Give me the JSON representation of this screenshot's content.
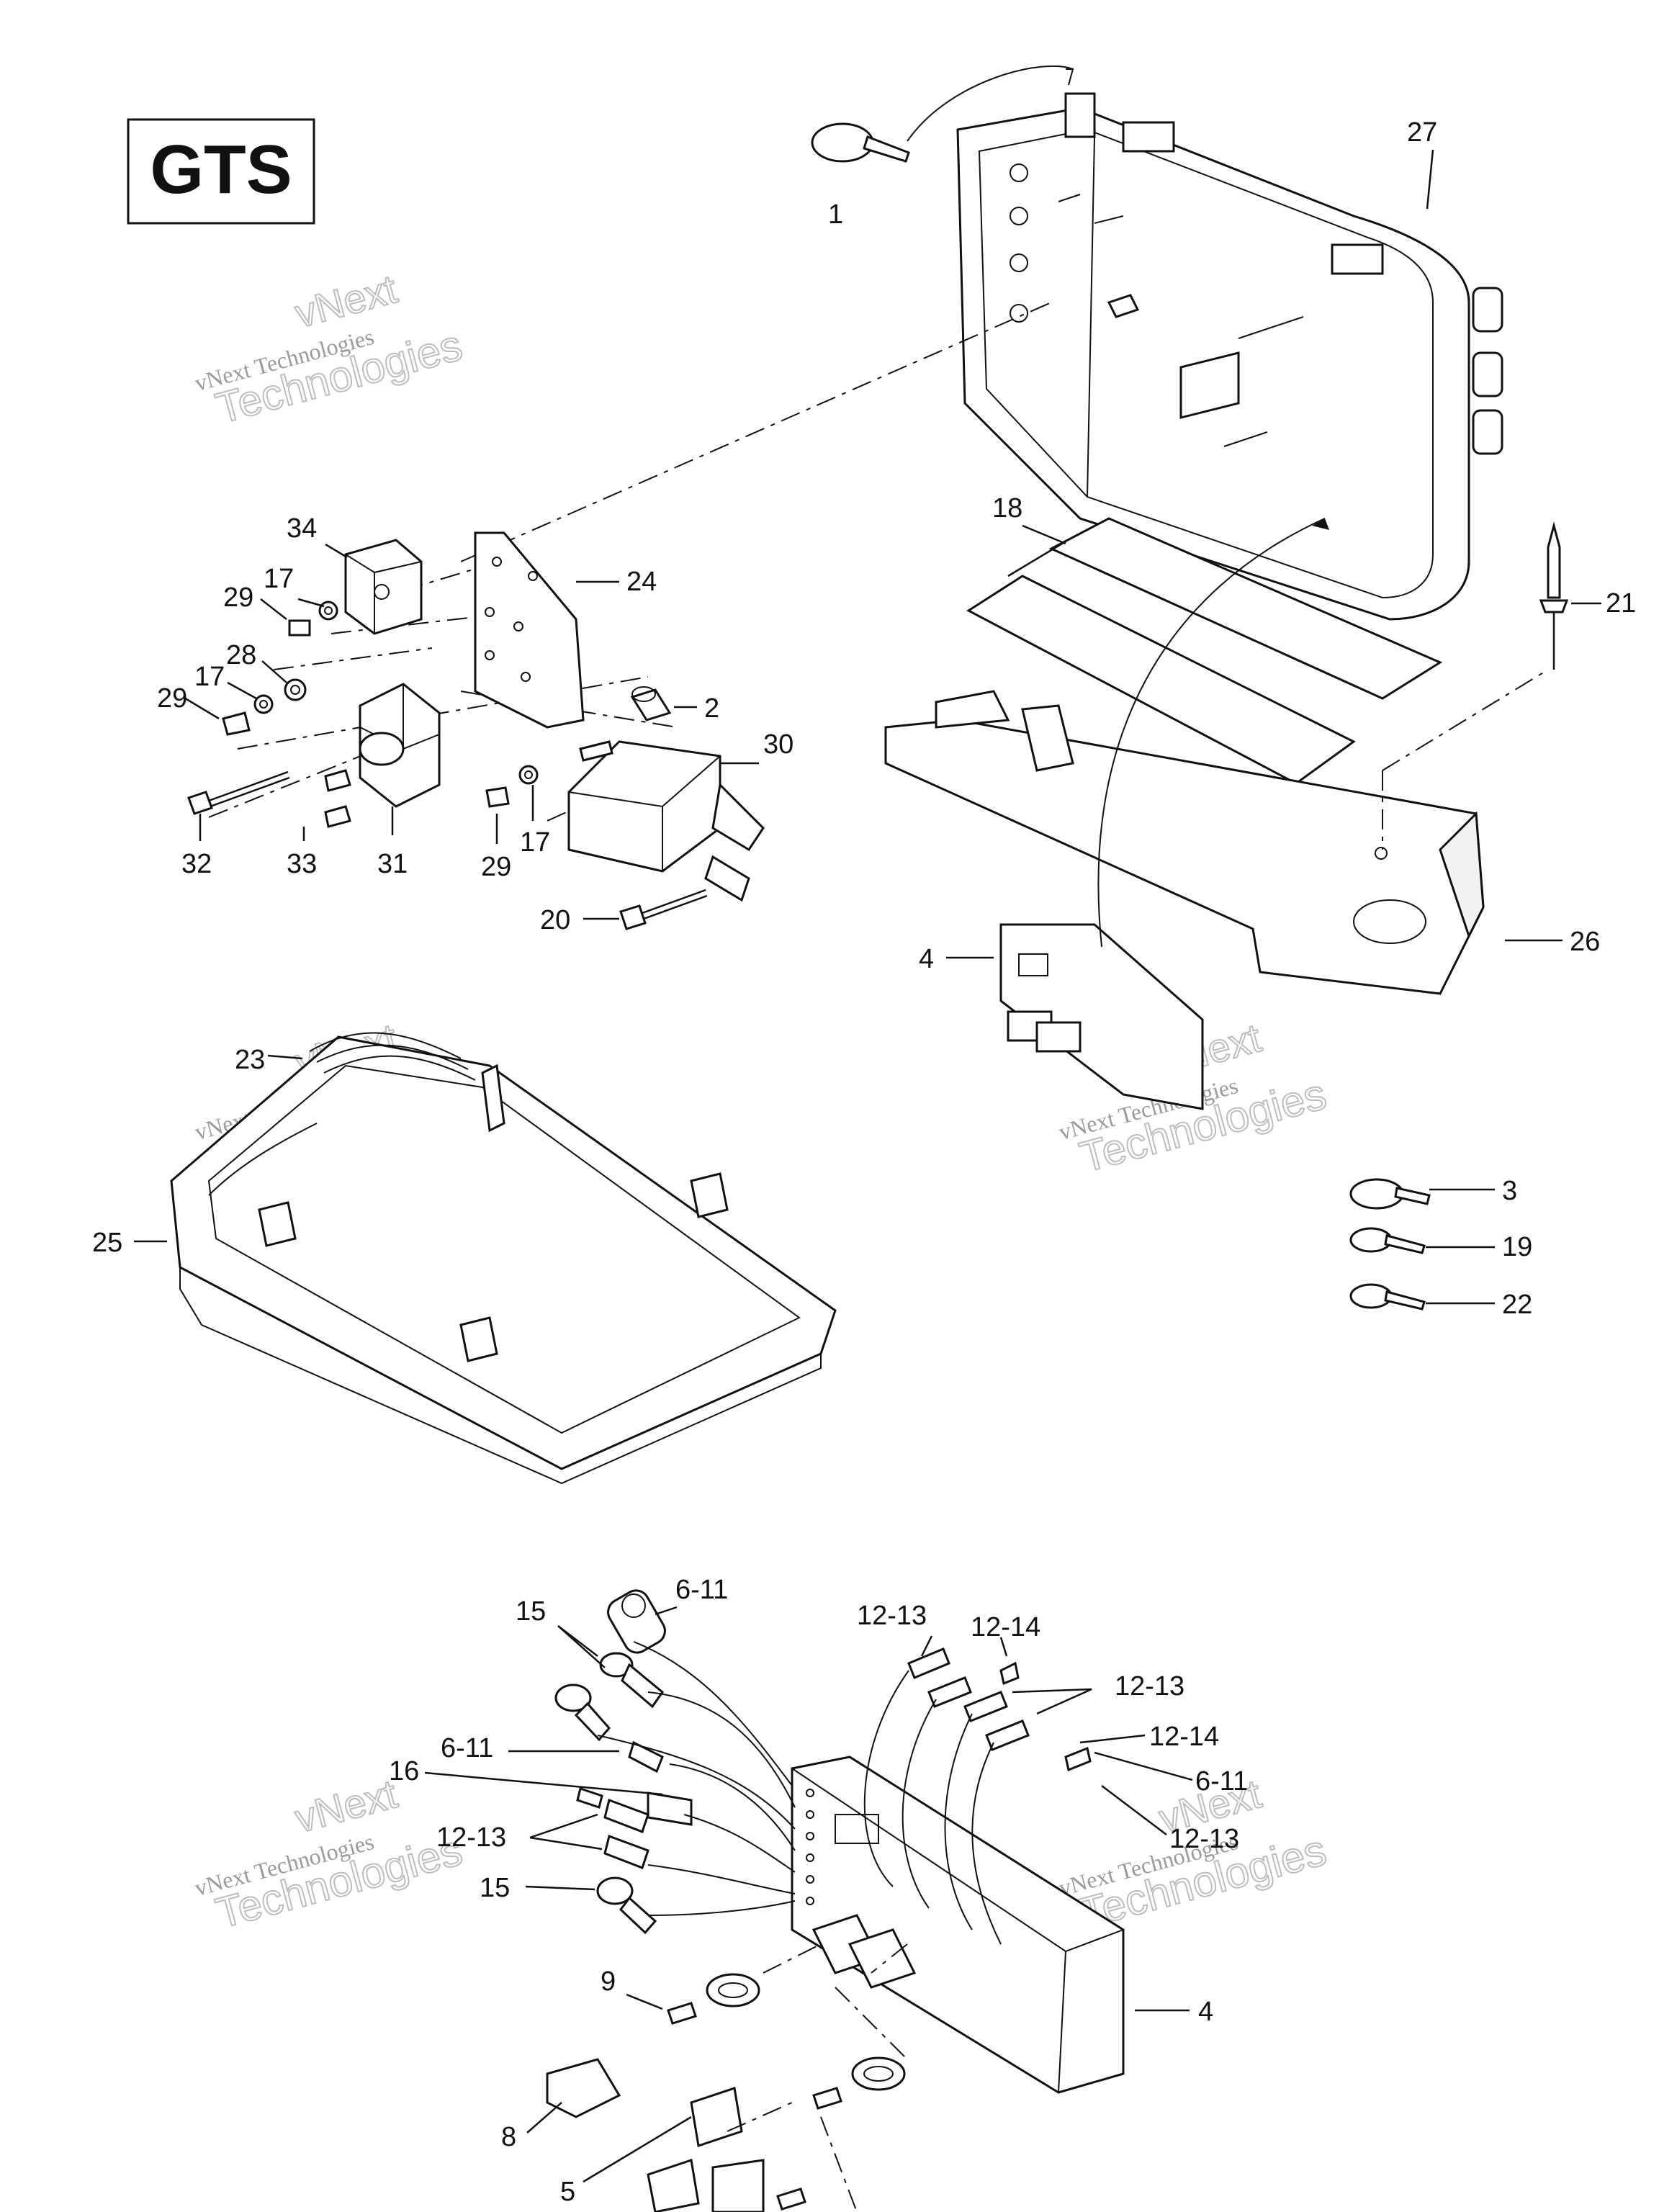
{
  "model_badge": "GTS",
  "watermark": {
    "line1": "vNext",
    "line2": "vNext Technologies",
    "line3": "Technologies"
  },
  "callouts": {
    "c1": "1",
    "c27": "27",
    "c18": "18",
    "c21": "21",
    "c34": "34",
    "c24": "24",
    "c17a": "17",
    "c29a": "29",
    "c28": "28",
    "c17b": "17",
    "c29b": "29",
    "c2": "2",
    "c30": "30",
    "c32": "32",
    "c33": "33",
    "c31": "31",
    "c29c": "29",
    "c17c": "17",
    "c20": "20",
    "c4a": "4",
    "c26": "26",
    "c23": "23",
    "c25": "25",
    "c3": "3",
    "c19": "19",
    "c22": "22",
    "c15a": "15",
    "c611a": "6-11",
    "c1213a": "12-13",
    "c1214a": "12-14",
    "c1213b": "12-13",
    "c1214b": "12-14",
    "c611b": "6-11",
    "c611c": "6-11",
    "c16": "16",
    "c1213c": "12-13",
    "c1213d": "12-13",
    "c15b": "15",
    "c4b": "4",
    "c9": "9",
    "c8": "8",
    "c5": "5"
  }
}
